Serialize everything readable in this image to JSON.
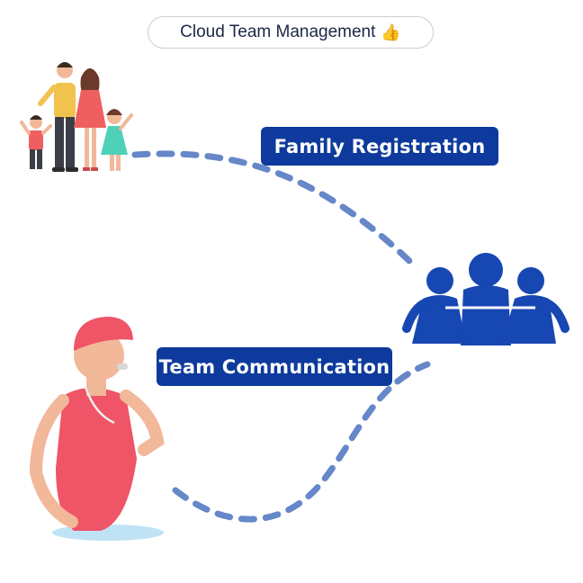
{
  "header": {
    "title": "Cloud Team Management",
    "emoji": "👍"
  },
  "labels": {
    "family_registration": "Family Registration",
    "team_communication": "Team Communication"
  },
  "icons": {
    "family": "family-illustration",
    "team": "team-group-icon",
    "coach": "lifeguard-whistle-illustration"
  },
  "colors": {
    "label_bg": "#0d3a9c",
    "dash": "#6687c8",
    "team_icon": "#1747b3"
  }
}
